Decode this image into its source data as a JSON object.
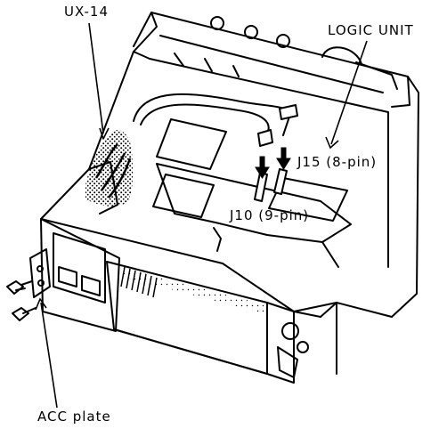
{
  "labels": {
    "ux14": "UX-14",
    "logic_unit": "LOGIC UNIT",
    "j15": "J15 (8-pin)",
    "j10": "J10 (9-pin)",
    "acc_plate": "ACC plate"
  },
  "colors": {
    "ink": "#000000",
    "paper": "#ffffff"
  }
}
